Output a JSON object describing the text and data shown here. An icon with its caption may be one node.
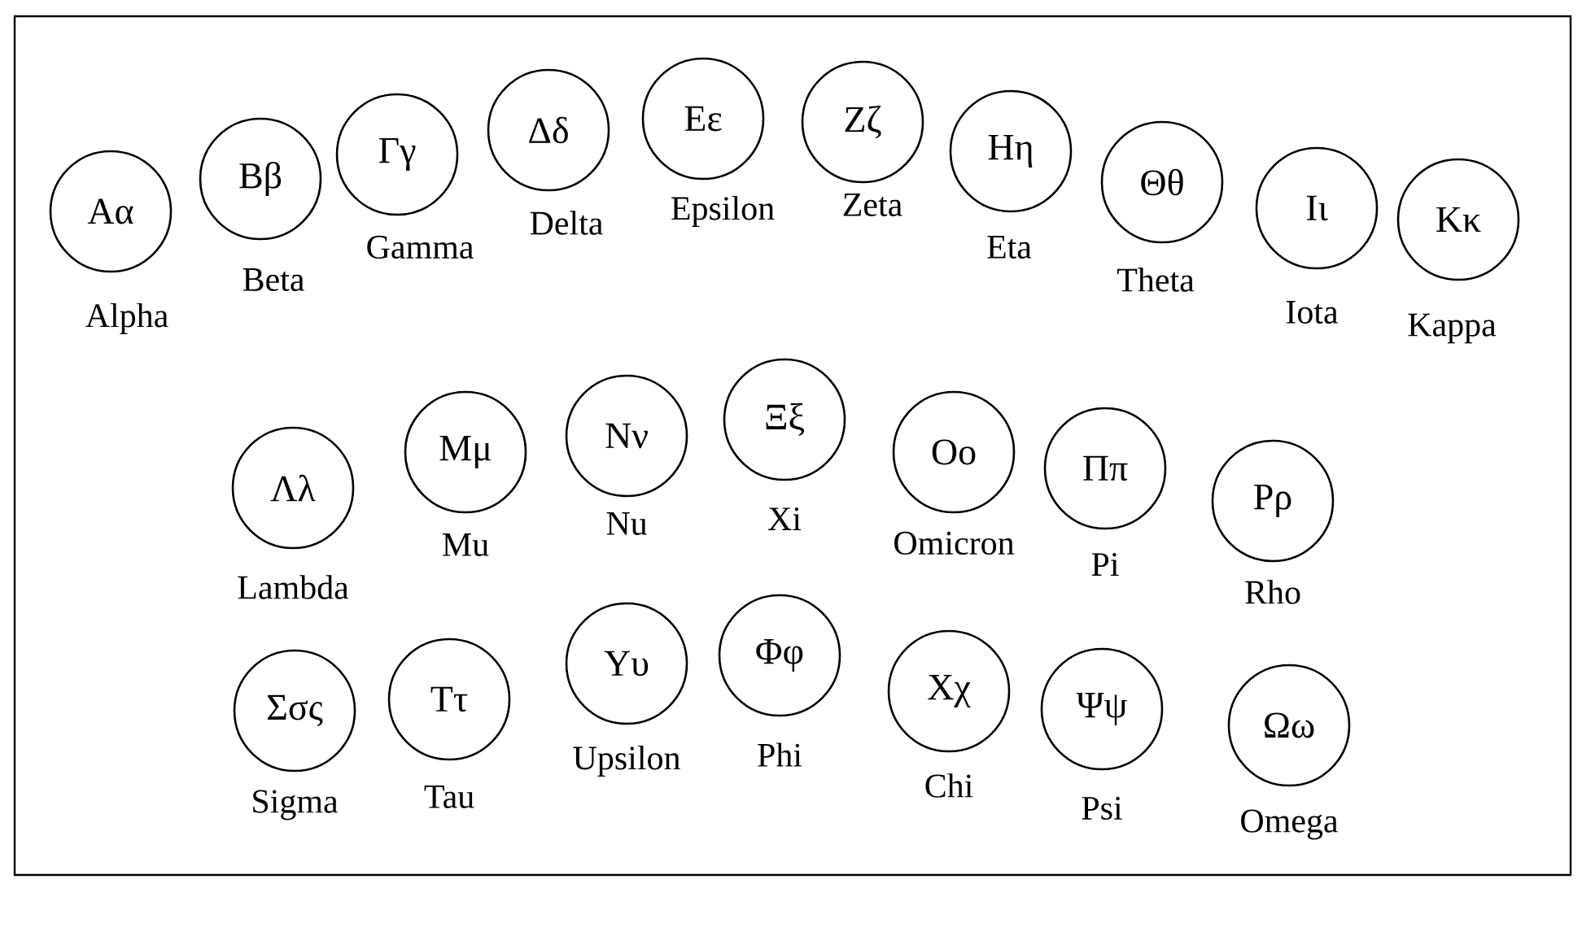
{
  "diagram": {
    "nodes": [
      {
        "text": [
          "Αα"
        ],
        "beside": [
          "Alpha"
        ]
      },
      {
        "text": [
          "Ββ"
        ],
        "beside": [
          "Beta"
        ]
      },
      {
        "text": [
          "Γγ"
        ],
        "beside": [
          "Gamma"
        ]
      },
      {
        "text": [
          "Δδ"
        ],
        "beside": [
          "Delta"
        ]
      },
      {
        "text": [
          "Εε"
        ],
        "beside": [
          "Epsilon"
        ]
      },
      {
        "text": [
          "Ζζ"
        ],
        "beside": [
          "Zeta"
        ]
      },
      {
        "text": [
          "Ηη"
        ],
        "beside": [
          "Eta"
        ]
      },
      {
        "text": [
          "Θθ"
        ],
        "beside": [
          "Theta"
        ]
      },
      {
        "text": [
          "Ιι"
        ],
        "beside": [
          "Iota"
        ]
      },
      {
        "text": [
          "Κκ"
        ],
        "beside": [
          "Kappa"
        ]
      },
      {
        "text": [
          "Λλ"
        ],
        "beside": [
          "Lambda"
        ]
      },
      {
        "text": [
          "Μμ"
        ],
        "beside": [
          "Mu"
        ]
      },
      {
        "text": [
          "Νν"
        ],
        "beside": [
          "Nu"
        ]
      },
      {
        "text": [
          "Ξξ"
        ],
        "beside": [
          "Xi"
        ]
      },
      {
        "text": [
          "Οο"
        ],
        "beside": [
          "Omicron"
        ]
      },
      {
        "text": [
          "Ππ"
        ],
        "beside": [
          "Pi"
        ]
      },
      {
        "text": [
          "Ρρ"
        ],
        "beside": [
          "Rho"
        ]
      },
      {
        "text": [
          "Σσς"
        ],
        "beside": [
          "Sigma"
        ]
      },
      {
        "text": [
          "Ττ"
        ],
        "beside": [
          "Tau"
        ]
      },
      {
        "text": [
          "Υυ"
        ],
        "beside": [
          "Upsilon"
        ]
      },
      {
        "text": [
          "Φφ"
        ],
        "beside": [
          "Phi"
        ]
      },
      {
        "text": [
          "Χχ"
        ],
        "beside": [
          "Chi"
        ]
      },
      {
        "text": [
          "Ψψ"
        ],
        "beside": [
          "Psi"
        ]
      },
      {
        "text": [
          "Ωω"
        ],
        "beside": [
          "Omega"
        ]
      }
    ]
  }
}
